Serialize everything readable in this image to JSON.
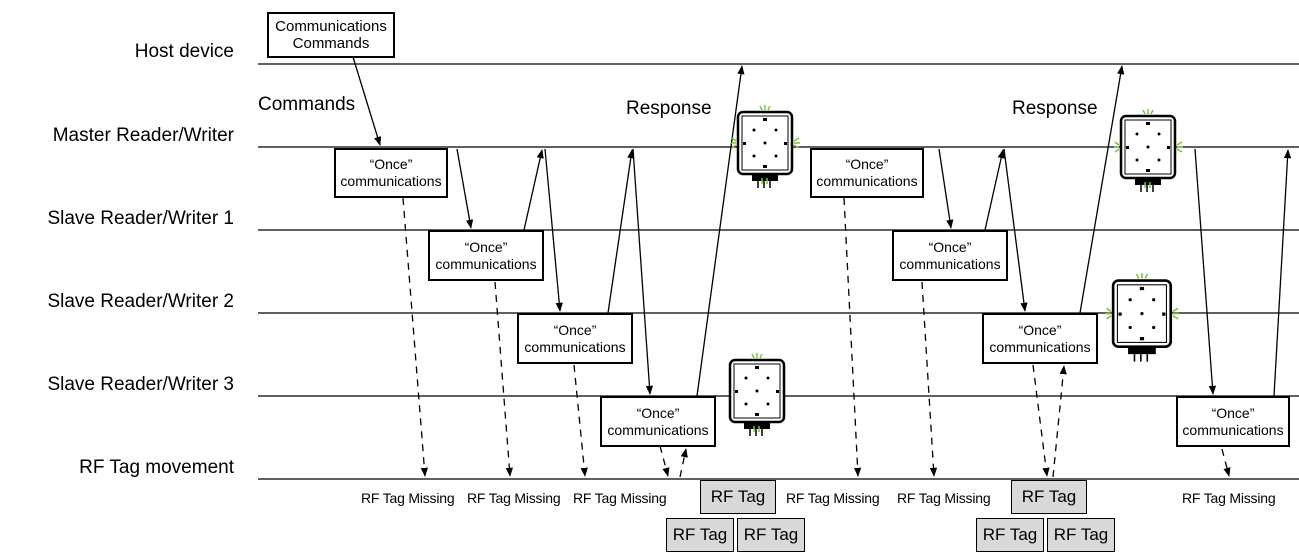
{
  "lanes": {
    "host": "Host device",
    "master": "Master Reader/Writer",
    "slave1": "Slave Reader/Writer 1",
    "slave2": "Slave Reader/Writer 2",
    "slave3": "Slave Reader/Writer 3",
    "tag": "RF Tag movement"
  },
  "host_box": {
    "line1": "Communications",
    "line2": "Commands"
  },
  "captions": {
    "commands": "Commands",
    "response": "Response"
  },
  "once": {
    "line1": "“Once”",
    "line2": "communications"
  },
  "missing_label": "RF Tag Missing",
  "tag_label": "RF Tag",
  "colors": {
    "line": "#000000",
    "tag_fill": "#d9d9d9",
    "indicator": "#7dc242"
  }
}
